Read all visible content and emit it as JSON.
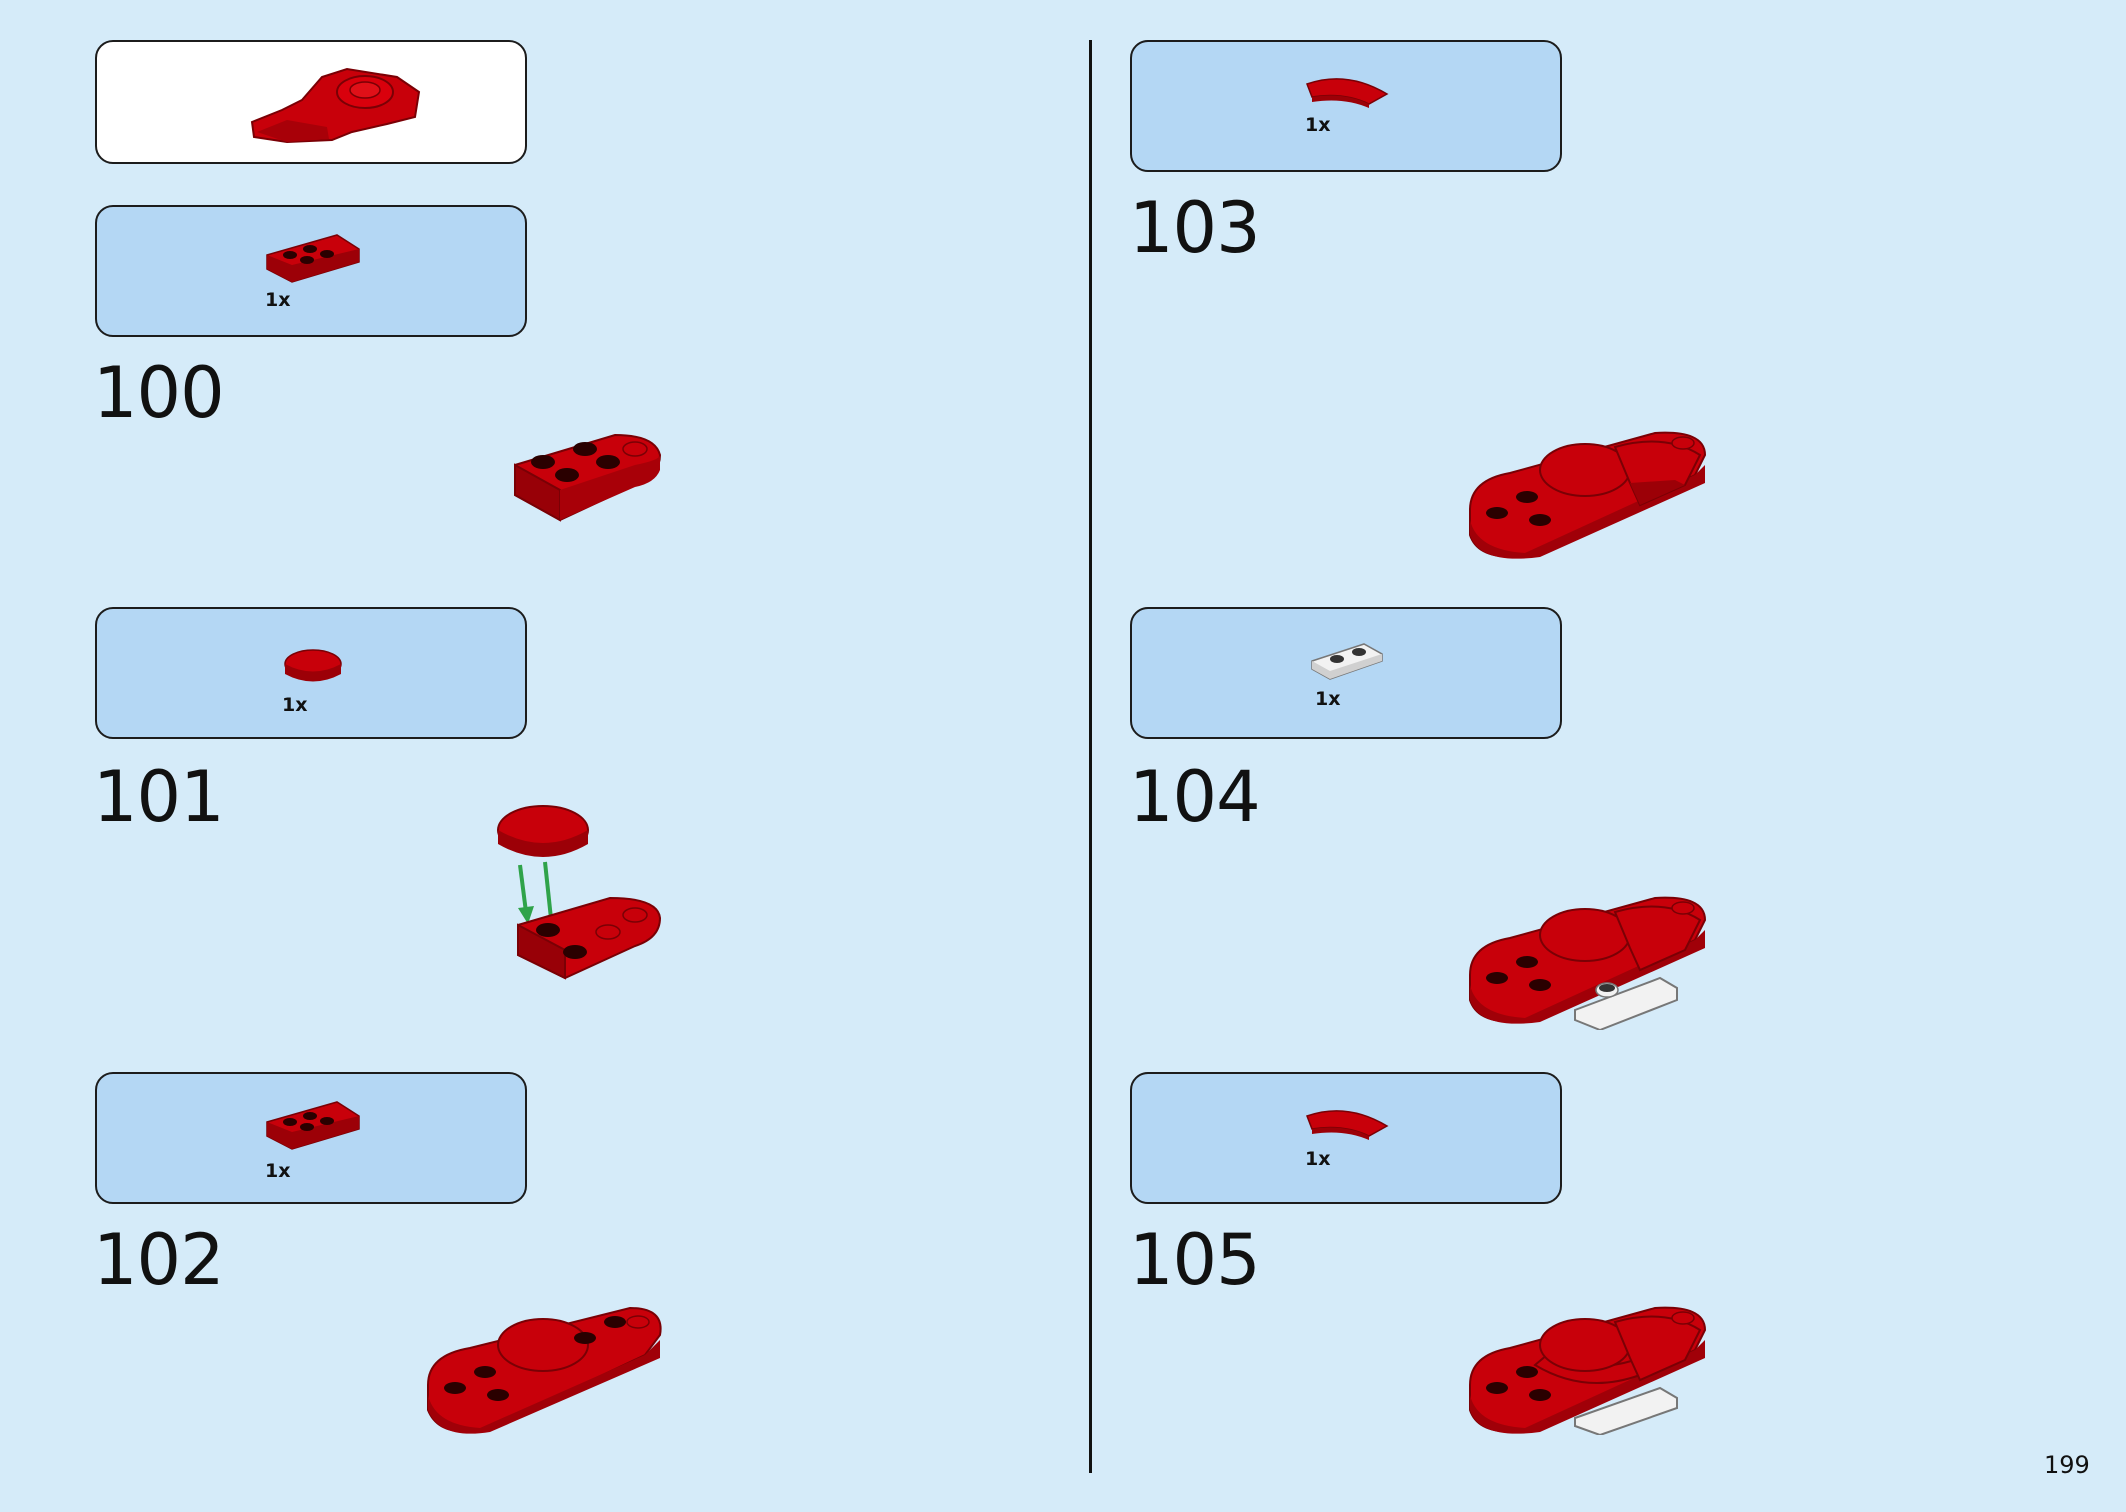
{
  "parts_boxes": [
    {
      "id": "pre",
      "qty": ""
    },
    {
      "id": "100",
      "qty": "1x"
    },
    {
      "id": "101",
      "qty": "1x"
    },
    {
      "id": "102",
      "qty": "1x"
    },
    {
      "id": "103",
      "qty": "1x"
    },
    {
      "id": "104",
      "qty": "1x"
    },
    {
      "id": "105",
      "qty": "1x"
    }
  ],
  "steps": [
    {
      "number": "100"
    },
    {
      "number": "101"
    },
    {
      "number": "102"
    },
    {
      "number": "103"
    },
    {
      "number": "104"
    },
    {
      "number": "105"
    }
  ],
  "page_number": "199",
  "colors": {
    "background": "#d5ebf9",
    "parts_box": "#b4d7f4",
    "brick_red": "#c8000a",
    "brick_red_dark": "#8a0006",
    "arrow_green": "#2fa34a",
    "white_plate": "#f2f2f2"
  }
}
